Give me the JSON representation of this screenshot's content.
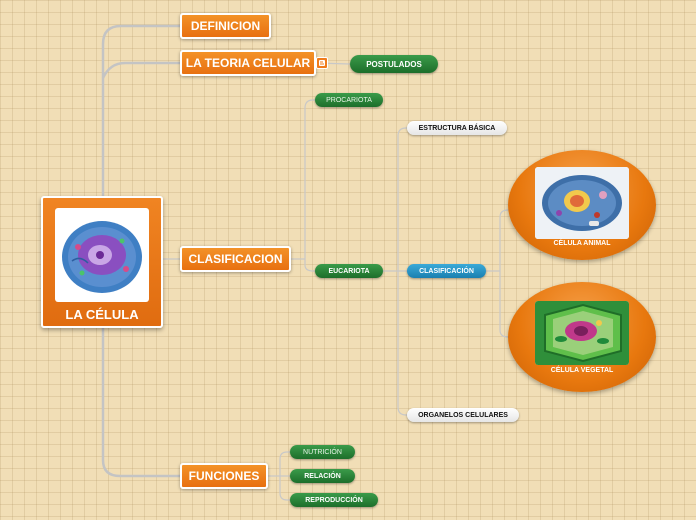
{
  "root": {
    "label": "LA CÉLULA"
  },
  "main": {
    "definicion": "DEFINICION",
    "teoria": "LA TEORIA CELULAR",
    "clasificacion": "CLASIFICACION",
    "funciones": "FUNCIONES"
  },
  "teoria_children": {
    "postulados": "POSTULADOS"
  },
  "clasificacion_children": {
    "procariota": "PROCARIOTA",
    "eucariota": "EUCARIOTA"
  },
  "eucariota_children": {
    "estructura": "ESTRUCTURA BÁSICA",
    "clasificacion": "CLASIFICACIÓN",
    "organelos": "ORGANELOS CELULARES"
  },
  "celulas": {
    "animal": "CÉLULA ANIMAL",
    "vegetal": "CÉLULA VEGETAL"
  },
  "funciones_children": {
    "nutricion": "NUTRICIÓN",
    "relacion": "RELACIÓN",
    "reproduccion": "REPRODUCCIÓN"
  },
  "icons": {
    "note": "blog-note-icon"
  },
  "colors": {
    "orange": "#e87a14",
    "green": "#2a8a3a",
    "blue": "#2596c8",
    "line": "#c2c2c2",
    "background": "#f1deb6"
  }
}
